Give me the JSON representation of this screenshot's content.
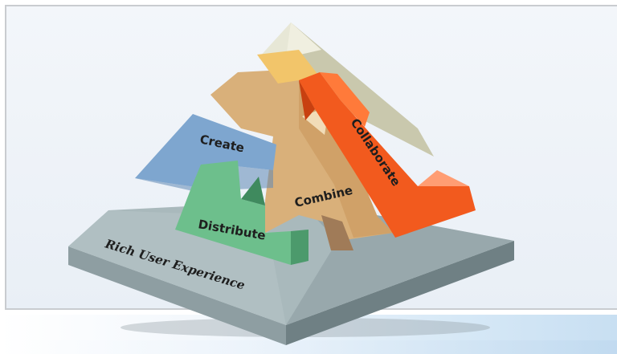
{
  "diagram": {
    "labels": {
      "create": "Create",
      "collaborate": "Collaborate",
      "combine": "Combine",
      "distribute": "Distribute",
      "base": "Rich User Experience"
    },
    "colors": {
      "create": "#7ea6cf",
      "collaborate": "#f25a1e",
      "combine": "#d9b07a",
      "distribute": "#6dbf8c",
      "base": "#9fb0b3",
      "apex": "#dfe0cc",
      "panel": "#edf2f8"
    }
  }
}
